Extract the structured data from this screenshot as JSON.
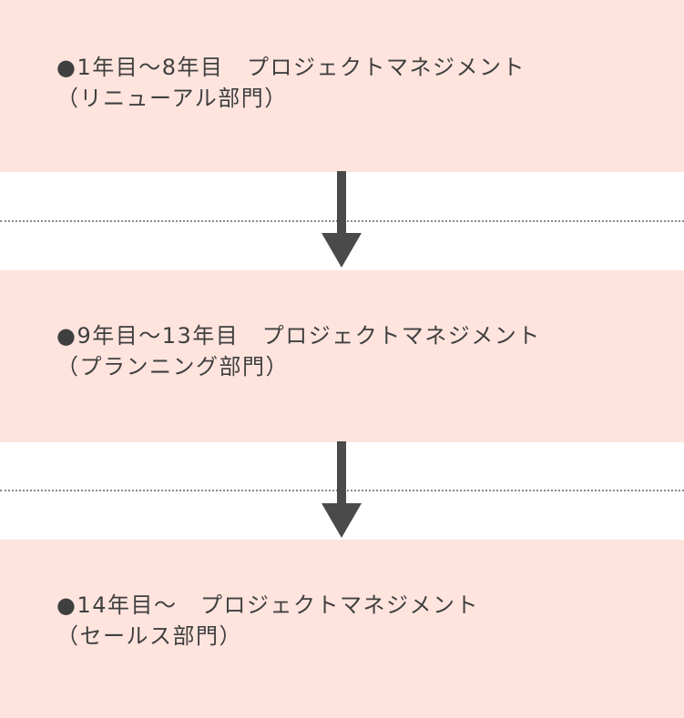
{
  "stages": [
    {
      "line1": "●1年目〜8年目　プロジェクトマネジメント",
      "line2": "（リニューアル部門）"
    },
    {
      "line1": "●9年目〜13年目　プロジェクトマネジメント",
      "line2": "（プランニング部門）"
    },
    {
      "line1": "●14年目〜　プロジェクトマネジメント",
      "line2": "（セールス部門）"
    }
  ],
  "colors": {
    "stage_background": "#ffe4de",
    "text": "#3f3f3f",
    "arrow": "#4a4a4a",
    "divider": "#8a8a8a"
  },
  "icons": [
    "down-arrow-icon",
    "down-arrow-icon"
  ]
}
